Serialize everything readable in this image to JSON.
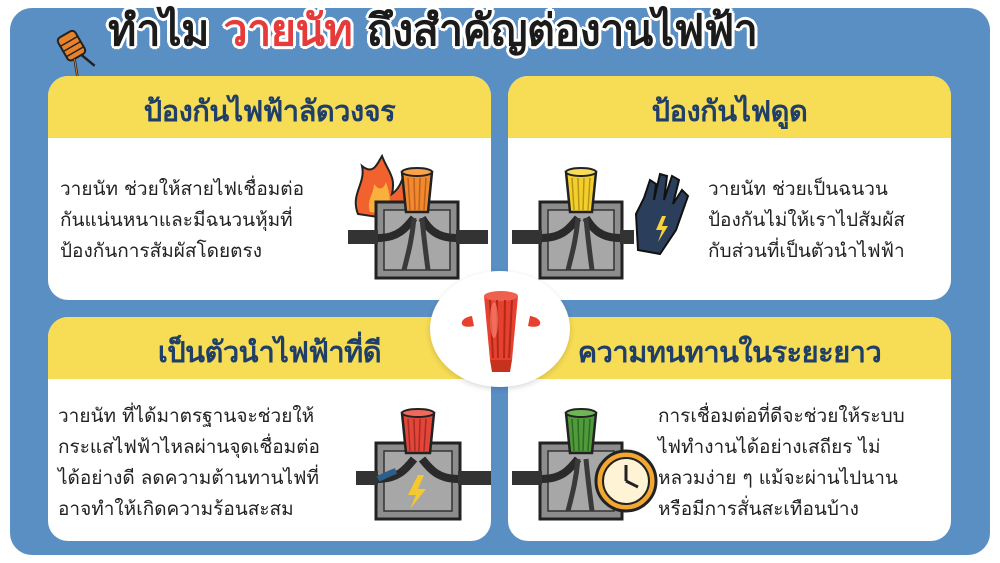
{
  "title": {
    "prefix": "ทำไม",
    "highlight": "วายนัท",
    "suffix": "ถึงสำคัญต่องานไฟฟ้า"
  },
  "colors": {
    "background_frame": "#5a8fc4",
    "card_header": "#f7dc55",
    "heading_text": "#1f3e68",
    "title_highlight": "#e63b3b"
  },
  "cards": [
    {
      "heading": "ป้องกันไฟฟ้าลัดวงจร",
      "lines": [
        "วายนัท ช่วยให้สายไฟเชื่อมต่อ",
        "กันแน่นหนาและมีฉนวนหุ้มที่",
        "ป้องกันการสัมผัสโดยตรง"
      ],
      "icon": "junction-box-fire-icon"
    },
    {
      "heading": "ป้องกันไฟดูด",
      "lines": [
        "วายนัท ช่วยเป็นฉนวน",
        "ป้องกันไม่ให้เราไปสัมผัส",
        "กับส่วนที่เป็นตัวนำไฟฟ้า"
      ],
      "icon": "junction-box-glove-icon"
    },
    {
      "heading": "เป็นตัวนำไฟฟ้าที่ดี",
      "lines": [
        "วายนัท ที่ได้มาตรฐานจะช่วยให้",
        "กระแสไฟฟ้าไหลผ่านจุดเชื่อมต่อ",
        "ได้อย่างดี ลดความต้านทานไฟที่",
        "อาจทำให้เกิดความร้อนสะสม"
      ],
      "icon": "junction-box-lightning-icon"
    },
    {
      "heading": "ความทนทานในระยะยาว",
      "lines": [
        "การเชื่อมต่อที่ดีจะช่วยให้ระบบ",
        "ไฟทำงานได้อย่างเสถียร ไม่",
        "หลวมง่าย ๆ แม้จะผ่านไปนาน",
        "หรือมีการสั่นสะเทือนบ้าง"
      ],
      "icon": "junction-box-clock-icon"
    }
  ]
}
